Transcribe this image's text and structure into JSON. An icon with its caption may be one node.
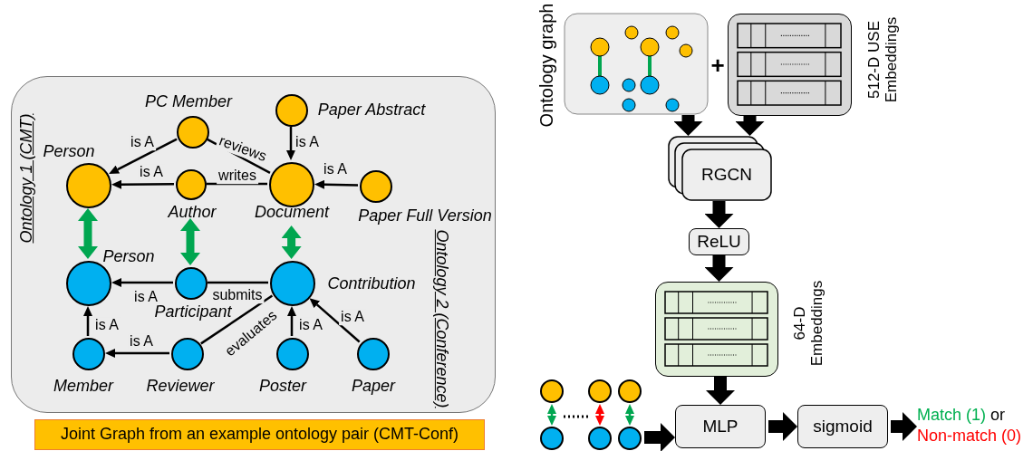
{
  "diagram": {
    "nodes": [
      {
        "text": [],
        "shape": "box"
      },
      {
        "text": [],
        "shape": "circle",
        "beside": [
          "PC Member"
        ],
        "in": 0
      },
      {
        "text": [],
        "shape": "circle",
        "beside": [
          "Paper Abstract"
        ],
        "in": 0
      },
      {
        "text": [],
        "shape": "circle",
        "beside": [
          "Person"
        ],
        "in": 0
      },
      {
        "text": [],
        "shape": "circle",
        "beside": [
          "Author"
        ],
        "in": 0
      },
      {
        "text": [],
        "shape": "circle",
        "beside": [
          "Document"
        ],
        "in": 0
      },
      {
        "text": [],
        "shape": "circle",
        "beside": [
          "Paper Full Version"
        ],
        "in": 0
      },
      {
        "text": [],
        "shape": "circle",
        "beside": [
          "Person"
        ],
        "in": 0
      },
      {
        "text": [],
        "shape": "circle",
        "beside": [
          "Participant"
        ],
        "in": 0
      },
      {
        "text": [],
        "shape": "circle",
        "beside": [
          "Contribution"
        ],
        "in": 0
      },
      {
        "text": [],
        "shape": "circle",
        "beside": [
          "Member"
        ],
        "in": 0
      },
      {
        "text": [],
        "shape": "circle",
        "beside": [
          "Reviewer"
        ],
        "in": 0
      },
      {
        "text": [],
        "shape": "circle",
        "beside": [
          "Poster"
        ],
        "in": 0
      },
      {
        "text": [],
        "shape": "circle",
        "beside": [
          "Paper"
        ],
        "in": 0
      },
      {
        "text": [
          "Joint Graph from an example ontology pair (CMT-Conf)"
        ]
      },
      {
        "text": [],
        "shape": "picture",
        "beside": [
          "Ontology graph"
        ]
      },
      {
        "text": [],
        "shape": "box",
        "beside": [
          "512-D USE Embeddings"
        ]
      },
      {
        "text": [
          "RGCN"
        ]
      },
      {
        "text": [
          "ReLU"
        ]
      },
      {
        "text": [],
        "shape": "box",
        "beside": [
          "64-D Embeddings"
        ]
      },
      {
        "text": [],
        "shape": "circle"
      },
      {
        "text": [],
        "shape": "circle"
      },
      {
        "text": [],
        "shape": "circle"
      },
      {
        "text": [],
        "shape": "circle"
      },
      {
        "text": [],
        "shape": "circle"
      },
      {
        "text": [],
        "shape": "circle"
      },
      {
        "text": [
          "MLP"
        ]
      },
      {
        "text": [
          "sigmoid"
        ]
      },
      {
        "text": [
          "Match (1)",
          "or",
          "Non-match (0)"
        ]
      }
    ],
    "edges": [
      {
        "from": 1,
        "to": 3,
        "arrow": "to",
        "label": "is A"
      },
      {
        "from": 1,
        "to": 5,
        "arrow": "none",
        "label": "reviews"
      },
      {
        "from": 2,
        "to": 5,
        "arrow": "to",
        "label": "is A"
      },
      {
        "from": 4,
        "to": 3,
        "arrow": "to",
        "label": "is A"
      },
      {
        "from": 4,
        "to": 5,
        "arrow": "none",
        "label": "writes"
      },
      {
        "from": 6,
        "to": 5,
        "arrow": "to",
        "label": "is A"
      },
      {
        "from": 3,
        "to": 7,
        "arrow": "both",
        "style": "thick",
        "color": "#00a650"
      },
      {
        "from": 4,
        "to": 8,
        "arrow": "both",
        "style": "thick",
        "color": "#00a650"
      },
      {
        "from": 5,
        "to": 9,
        "arrow": "both",
        "style": "thick",
        "color": "#00a650"
      },
      {
        "from": 8,
        "to": 7,
        "arrow": "to",
        "label": "is A"
      },
      {
        "from": 8,
        "to": 9,
        "arrow": "none",
        "label": "submits"
      },
      {
        "from": 10,
        "to": 7,
        "arrow": "to",
        "label": "is A"
      },
      {
        "from": 11,
        "to": 10,
        "arrow": "to",
        "label": "is A"
      },
      {
        "from": 11,
        "to": 9,
        "arrow": "none",
        "label": "evaluates"
      },
      {
        "from": 12,
        "to": 9,
        "arrow": "to",
        "label": "is A"
      },
      {
        "from": 13,
        "to": 9,
        "arrow": "to",
        "label": "is A"
      },
      {
        "from": 15,
        "to": 17,
        "arrow": "to",
        "style": "thick"
      },
      {
        "from": 16,
        "to": 17,
        "arrow": "to",
        "style": "thick"
      },
      {
        "from": 17,
        "to": 18,
        "arrow": "to",
        "style": "thick"
      },
      {
        "from": 18,
        "to": 19,
        "arrow": "to",
        "style": "thick"
      },
      {
        "from": 19,
        "to": 26,
        "arrow": "to",
        "style": "thick"
      },
      {
        "from": 20,
        "to": 23,
        "arrow": "both",
        "color": "#00a650"
      },
      {
        "from": 21,
        "to": 24,
        "arrow": "both",
        "color": "#ff0000"
      },
      {
        "from": 22,
        "to": 25,
        "arrow": "both",
        "color": "#00a650"
      },
      {
        "from": 25,
        "to": 26,
        "arrow": "to",
        "style": "thick"
      },
      {
        "from": 26,
        "to": 27,
        "arrow": "to",
        "style": "thick"
      },
      {
        "from": 27,
        "to": 28,
        "arrow": "to",
        "style": "thick"
      }
    ],
    "labels": [
      "Ontology 1 (CMT)",
      "Ontology 2 (Conference)",
      "+"
    ]
  }
}
